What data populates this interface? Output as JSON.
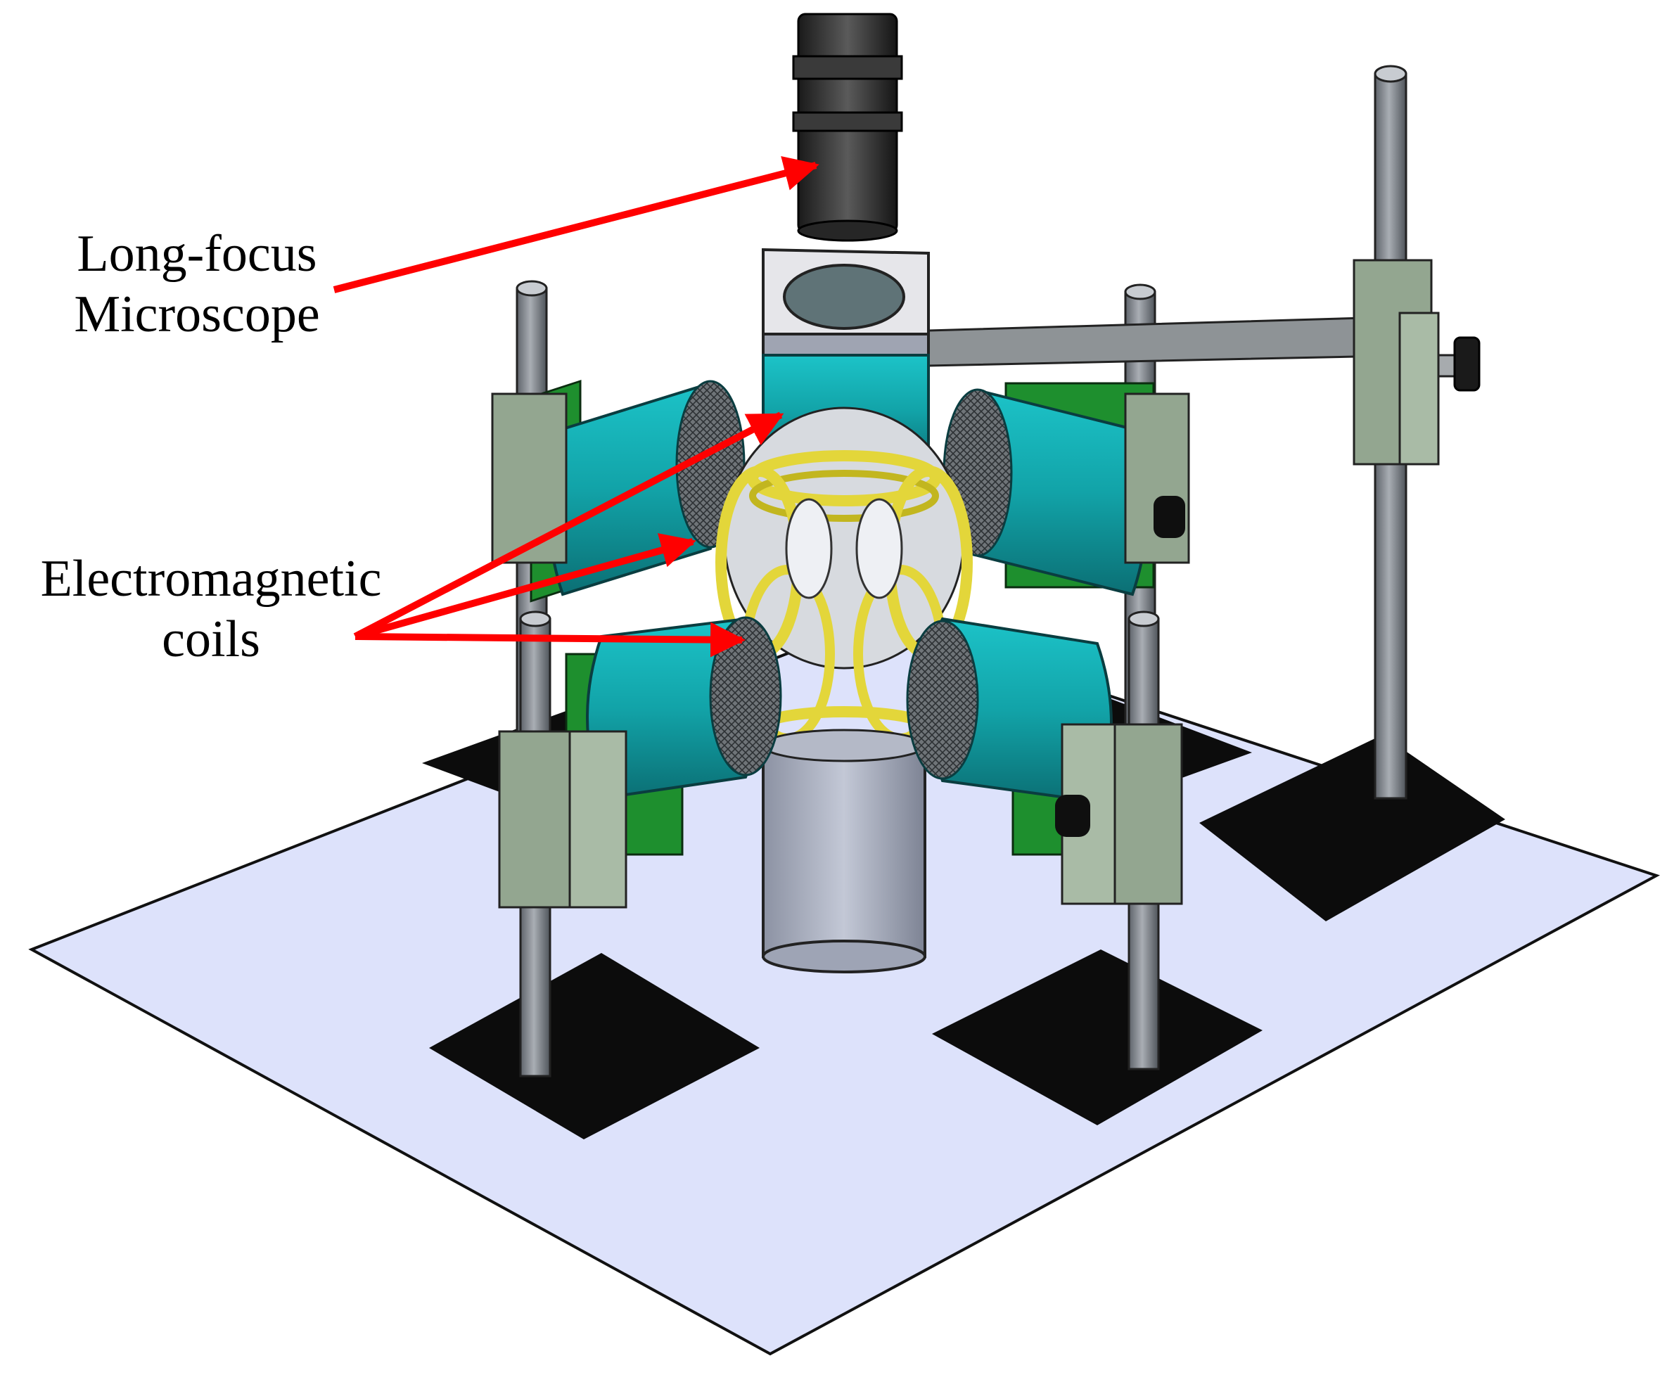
{
  "figure": {
    "labels": {
      "microscope": [
        "Long-focus",
        "Microscope"
      ],
      "coils": [
        "Electromagnetic",
        "coils"
      ]
    }
  },
  "colors": {
    "background": "#ffffff",
    "base_plate": "#dde2fb",
    "pads": "#0c0c0c",
    "rods": "#8a8f95",
    "coil_body": "#12a3a8",
    "coil_rings": "#e3d63a",
    "holder_plates": "#1e8f2e",
    "clamps": "#93a690",
    "lower_cylinder": "#a9afbf",
    "microscope": "#2f2f2f",
    "arrows": "#ff0000"
  },
  "icons": [
    "arrowhead-icon"
  ]
}
